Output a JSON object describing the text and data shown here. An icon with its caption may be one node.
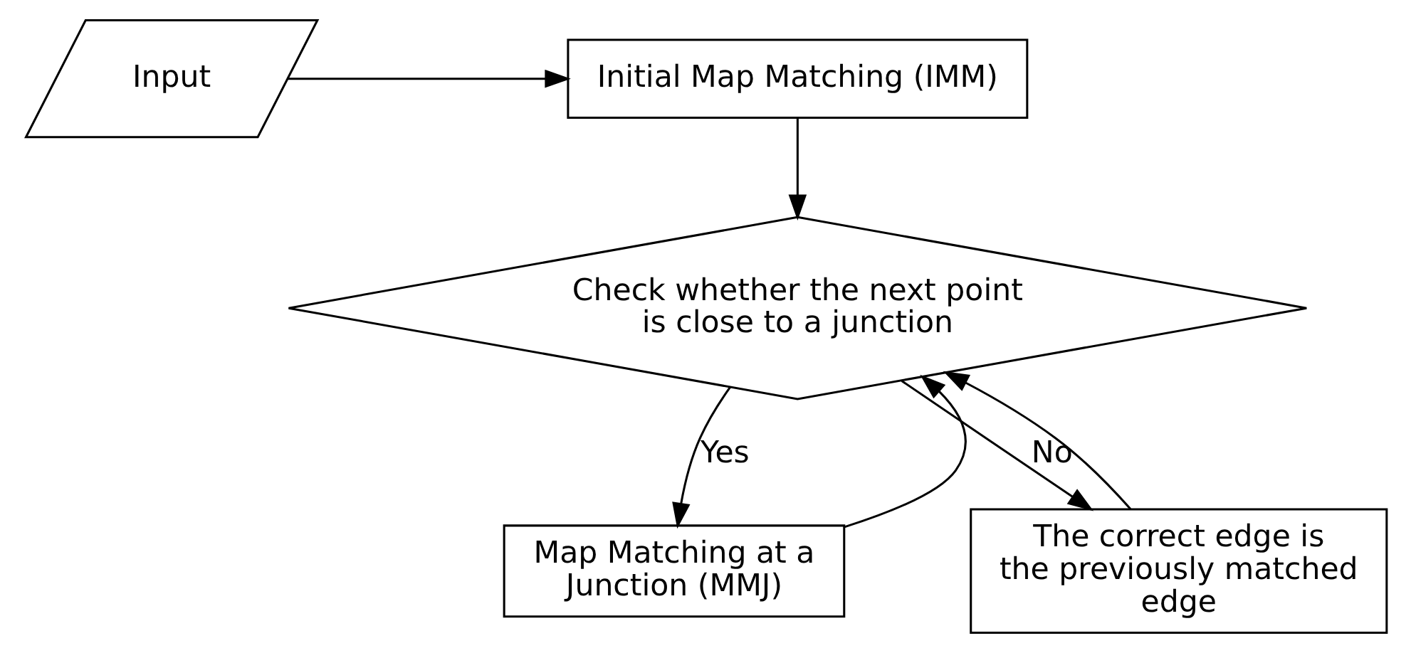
{
  "diagram": {
    "nodes": [
      {
        "text": [
          "Input"
        ]
      },
      {
        "text": [
          "Initial Map Matching (IMM)"
        ]
      },
      {
        "text": [
          "Check whether the next point is close to a junction"
        ]
      },
      {
        "text": [
          "Map Matching at a Junction (MMJ)"
        ]
      },
      {
        "text": [
          "The correct edge is the previously matched edge"
        ]
      }
    ],
    "edges": [
      {
        "from": 0,
        "to": 1,
        "arrow": "to"
      },
      {
        "from": 1,
        "to": 2,
        "arrow": "to"
      },
      {
        "from": 2,
        "to": 3,
        "arrow": "to",
        "label": "Yes"
      },
      {
        "from": 2,
        "to": 4,
        "arrow": "to",
        "label": "No"
      },
      {
        "from": 3,
        "to": 2,
        "arrow": "to"
      },
      {
        "from": 4,
        "to": 2,
        "arrow": "to"
      }
    ]
  }
}
